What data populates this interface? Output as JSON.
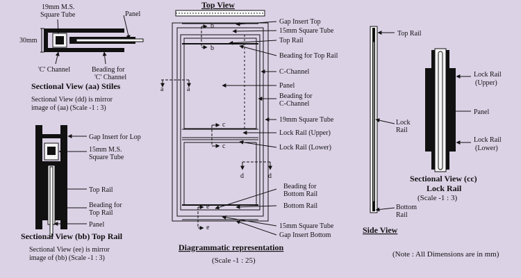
{
  "aa": {
    "label_tube": "19mm M.S.",
    "label_tube2": "Square Tube",
    "label_panel": "Panel",
    "label_dim": "30mm",
    "label_cchannel": "'C' Channel",
    "label_beading": "Beading for",
    "label_beading2": "'C' Channel",
    "title": "Sectional View (aa) Stiles",
    "note1": "Sectional View (dd)  is mirror",
    "note2": "image of (aa)  (Scale -1 : 3)"
  },
  "bb": {
    "label_gap": "Gap Insert for Lop",
    "label_tube": "15mm M.S.",
    "label_tube2": "Square Tube",
    "label_toprail": "Top Rail",
    "label_beading": "Beading for",
    "label_beading2": "Top Rail",
    "label_panel": "Panel",
    "title": "Sectional View (bb) Top Rail",
    "note1": "Sectional View (ee) is mirror",
    "note2": "image of (bb)  (Scale -1 : 3)"
  },
  "center": {
    "top_view": "Top View",
    "labels": [
      "Gap Insert Top",
      "15mm Square Tube",
      "Top Rail",
      "Beading for Top Rail",
      "C-Channel",
      "Panel",
      "Beading for",
      "C-Channel",
      "19mm Square Tube",
      "Lock Rail (Upper)",
      "Lock Rail (Lower)",
      "Beading for",
      "Bottom Rail",
      "Bottom Rail",
      "15mm Square Tube",
      "Gap Insert Bottom"
    ],
    "title": "Diagrammatic representation",
    "scale": "(Scale -1 : 25)",
    "sec_b": "b",
    "sec_a": "a",
    "sec_c": "c",
    "sec_d": "d",
    "sec_e": "e"
  },
  "side": {
    "top_rail": "Top Rail",
    "lock_rail": "Lock",
    "lock_rail2": "Rail",
    "bottom_rail": "Bottom",
    "bottom_rail2": "Rail",
    "title": "Side View"
  },
  "cc": {
    "lock_upper": "Lock Rail",
    "lock_upper2": "(Upper)",
    "panel": "Panel",
    "lock_lower": "Lock Rail",
    "lock_lower2": "(Lower)",
    "title1": "Sectional View (cc)",
    "title2": "Lock Rail",
    "scale": "(Scale -1 : 3)"
  },
  "note": "(Note : All Dimensions are in mm)"
}
